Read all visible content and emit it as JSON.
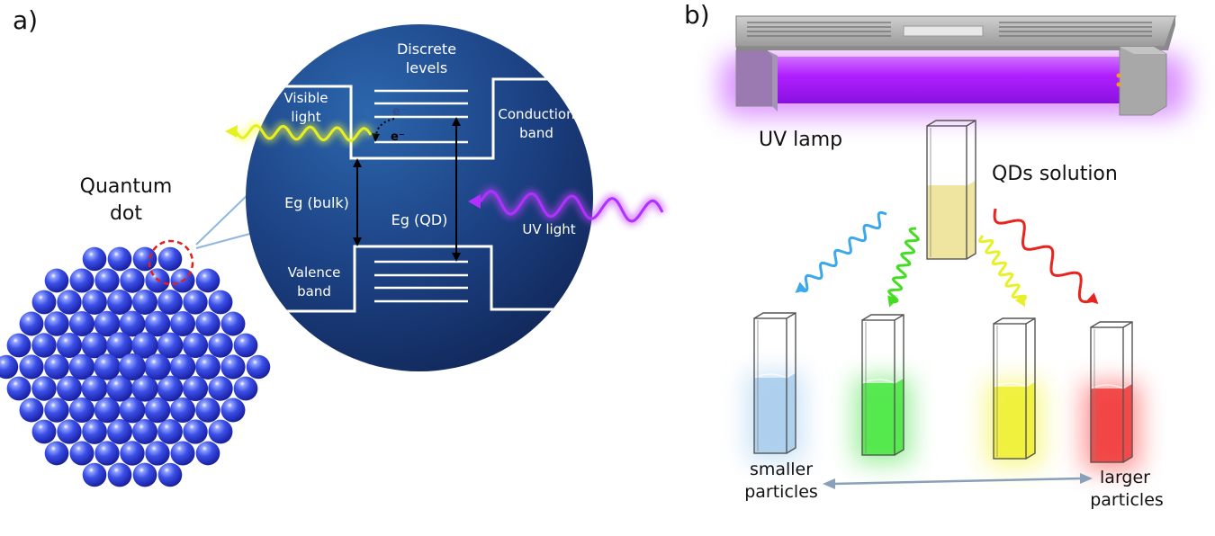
{
  "panel_a": {
    "letter": "a)",
    "qd_label": [
      "Quantum",
      "dot"
    ],
    "discrete_levels": [
      "Discrete",
      "levels"
    ],
    "visible_light": [
      "Visible",
      "light"
    ],
    "conduction_band": [
      "Conduction",
      "band"
    ],
    "valence_band": [
      "Valence",
      "band"
    ],
    "eg_bulk": "Eg (bulk)",
    "eg_qd": "Eg (QD)",
    "uv_light": "UV light",
    "electron": "e⁻"
  },
  "panel_b": {
    "letter": "b)",
    "uv_lamp": "UV lamp",
    "qds_solution": "QDs solution",
    "smaller": [
      "smaller",
      "particles"
    ],
    "larger": [
      "larger",
      "particles"
    ]
  },
  "colors": {
    "sphere_bg": "#1c3f80",
    "sphere_ball": "#2d3fd0",
    "uv_violet": "#b030ff",
    "emit_blue": "#3aa8ea",
    "emit_green": "#44dd22",
    "emit_yellow": "#e8f028",
    "emit_red": "#e8241e"
  }
}
